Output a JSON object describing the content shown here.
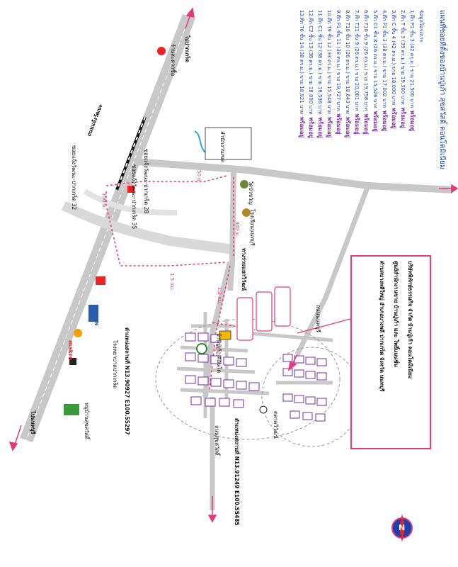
{
  "title": "แผนที่ซอยที่ตั้งของบ้านปู่เก้า สุขสวัสดิ์ คอนโดมิเนียม",
  "project_list_heading": "ข้อมูลโครงการ",
  "projects": [
    {
      "text": "1.ตึก P1 ชั้น 3 (42 ตร.ม.) ขาย 21,500 บาท",
      "tag": "พร้อมอยู่"
    },
    {
      "text": "2.ตึก T ชั้น 3 (39 ตร.ม.) ขาย 19,300 บาท",
      "tag": "พร้อมอยู่"
    },
    {
      "text": "3.ตึก C ชั้น 4 (42 ตร.ม.) ขาย 18,000 บาท",
      "tag": "พร้อมอยู่"
    },
    {
      "text": "4.ตึก P1 ชั้น 3 (38 ตร.ม.) ขาย 17,002 บาท",
      "tag": "พร้อมอยู่"
    },
    {
      "text": "5.ตึก C1 ชั้น 8 (26 ตร.ม.) ขาย 15,526 บาท",
      "tag": "พร้อมอยู่"
    },
    {
      "text": "6.ตึก T10 ชั้น 9 (26 ตร.ม.) ขาย 19,758 บาท",
      "tag": "พร้อมอยู่"
    },
    {
      "text": "7.ตึก T11 ชั้น 9 (26 ตร.ม.) ขาย 20,001 บาท",
      "tag": "พร้อมอยู่"
    },
    {
      "text": "8.ตึก T10 ชั้น 10 (26 ตร.ม.) ขาย 18,643 บาท",
      "tag": "พร้อมอยู่"
    },
    {
      "text": "9.ตึก P1 ชั้น 11 (38 ตร.ม.) ขาย 19,727 บาท",
      "tag": "พร้อมอยู่"
    },
    {
      "text": "10.ตึก T9 ชั้น 12 (33 ตร.ม.) ขาย 15,548 บาท",
      "tag": "พร้อมอยู่"
    },
    {
      "text": "11.ตึก C1 ชั้น 12 (38 ตร.ม.) ขาย 18,536 บาท",
      "tag": "พร้อมอยู่"
    },
    {
      "text": "12.ตึก C2 ชั้น 13 (38 ตร.ม.) ขาย 18,000 บาท",
      "tag": "พร้อมอยู่"
    },
    {
      "text": "13.ตึก T6 ชั้น 14 (38 ตร.ม.) ขาย 18,921 บาท",
      "tag": "พร้อมอยู่"
    }
  ],
  "address_box": {
    "line1": "บริษัทพิทักษ์ธรรมกิจ จำกัด บ้านปู่เก้า คอนโดมิเนียม",
    "line2": "ศูนย์สำนักงานขาย บ้านปู่เก้า และ โพธิ์แมนชั่น",
    "line3": "ตำบลบางพลีใหญ่ อำเภอบางพลี ปากเกร็ด จังหวัด นนทบุรี"
  },
  "labels": {
    "road_chaengwattana": "ถนนแจ้งวัฒนะ",
    "to_bangkok": "ไปปากเกร็ด",
    "to_nonthaburi": "ไปนนทบุรี",
    "soi_chaengwattana": "ซอยแจ้งวัฒนะ-ปากเกร็ด 28",
    "soi_35": "ซอยแจ้งวัฒนะ-ปากเกร็ด 35",
    "soi_32": "ซอยแจ้งวัฒนะ-ปากเกร็ด 32",
    "junction": "ทางร่วมแยกวิวัฒน์",
    "project_name": "บ้านปู่เก้า คอนโด",
    "coord1": "ตำแหน่งสถานที่ N13.91249 E100.55485",
    "coord2": "ตำแหน่งสถานที่ N13.90927 E100.55297",
    "temple": "วัดบัวขวัญ",
    "hospital": "โรงพยาบาลปากเกร็ด",
    "school": "โรงเรียนนนทบุรี",
    "office": "สำนักงานเขต",
    "market": "ตลาดวิวัฒน์",
    "seven": "ร้านสะดวกซื้อ",
    "makro": "makro",
    "nissan": "NISSAN",
    "school_area": "หมู่บ้านสุขสวัสดิ์",
    "dist_150": "150 ม.",
    "dist_300": "300 ม.",
    "dist_500": "500 ม.",
    "dist_12km": "1.2 กม.",
    "dist_15km": "1.5 กม.",
    "dist_50": "50 ม.",
    "road_right": "ถนนนนทบุรี",
    "road_bottom": "ถนนสุขสวัสดิ์",
    "north": "N"
  }
}
